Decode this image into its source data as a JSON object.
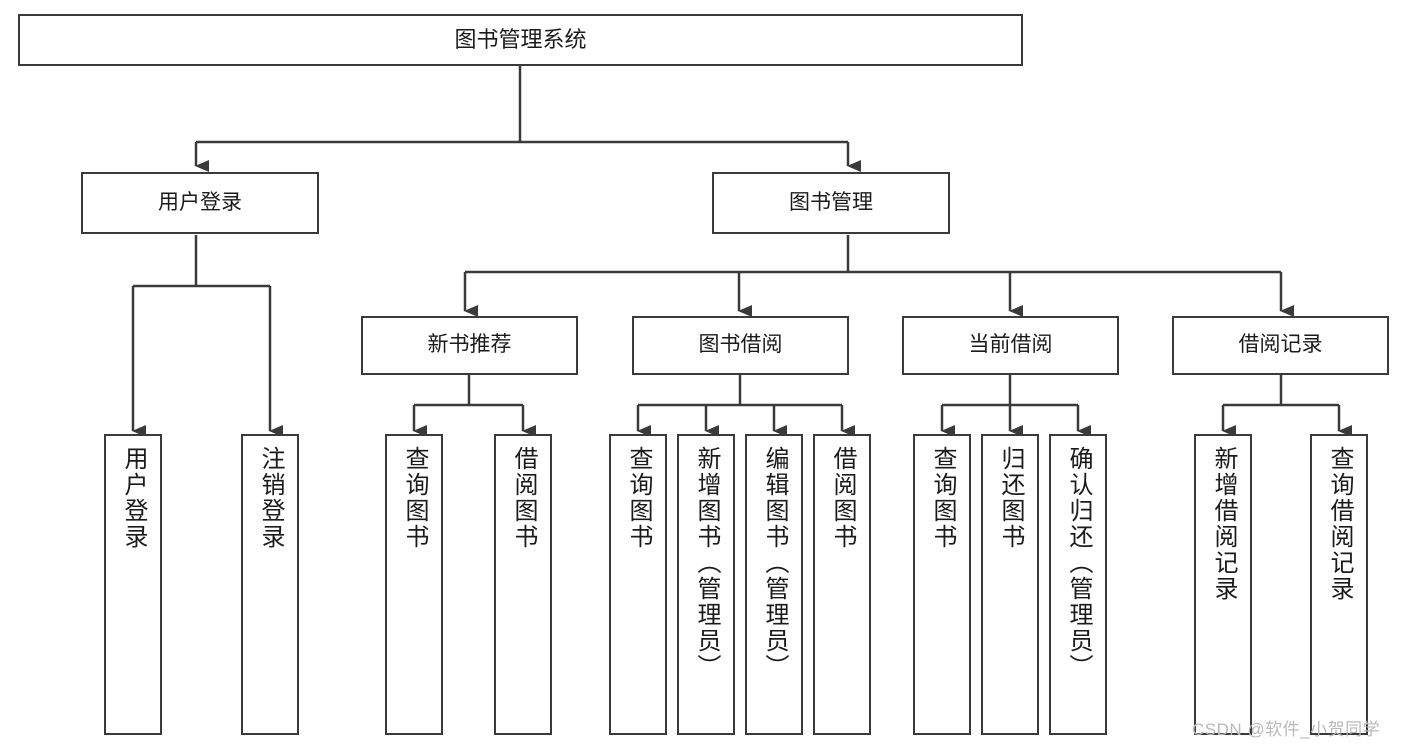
{
  "diagram": {
    "title": "图书管理系统",
    "type": "hierarchy-tree",
    "stroke_color": "#3a3a3a",
    "text_color": "#1b1b1b",
    "background": "#ffffff"
  },
  "nodes": {
    "root": {
      "label": "图书管理系统"
    },
    "level2": [
      {
        "label": "用户登录"
      },
      {
        "label": "图书管理"
      }
    ],
    "level3": [
      {
        "label": "新书推荐"
      },
      {
        "label": "图书借阅"
      },
      {
        "label": "当前借阅"
      },
      {
        "label": "借阅记录"
      }
    ],
    "leaves_login": [
      {
        "label": "用户登录"
      },
      {
        "label": "注销登录"
      }
    ],
    "leaves_newbook": [
      {
        "label": "查询图书"
      },
      {
        "label": "借阅图书"
      }
    ],
    "leaves_borrow": [
      {
        "label": "查询图书"
      },
      {
        "label": "新增图书（管理员）"
      },
      {
        "label": "编辑图书（管理员）"
      },
      {
        "label": "借阅图书"
      }
    ],
    "leaves_current": [
      {
        "label": "查询图书"
      },
      {
        "label": "归还图书"
      },
      {
        "label": "确认归还（管理员）"
      }
    ],
    "leaves_record": [
      {
        "label": "新增借阅记录"
      },
      {
        "label": "查询借阅记录"
      }
    ]
  },
  "watermark": {
    "text": "CSDN @软件_小贺同学"
  }
}
